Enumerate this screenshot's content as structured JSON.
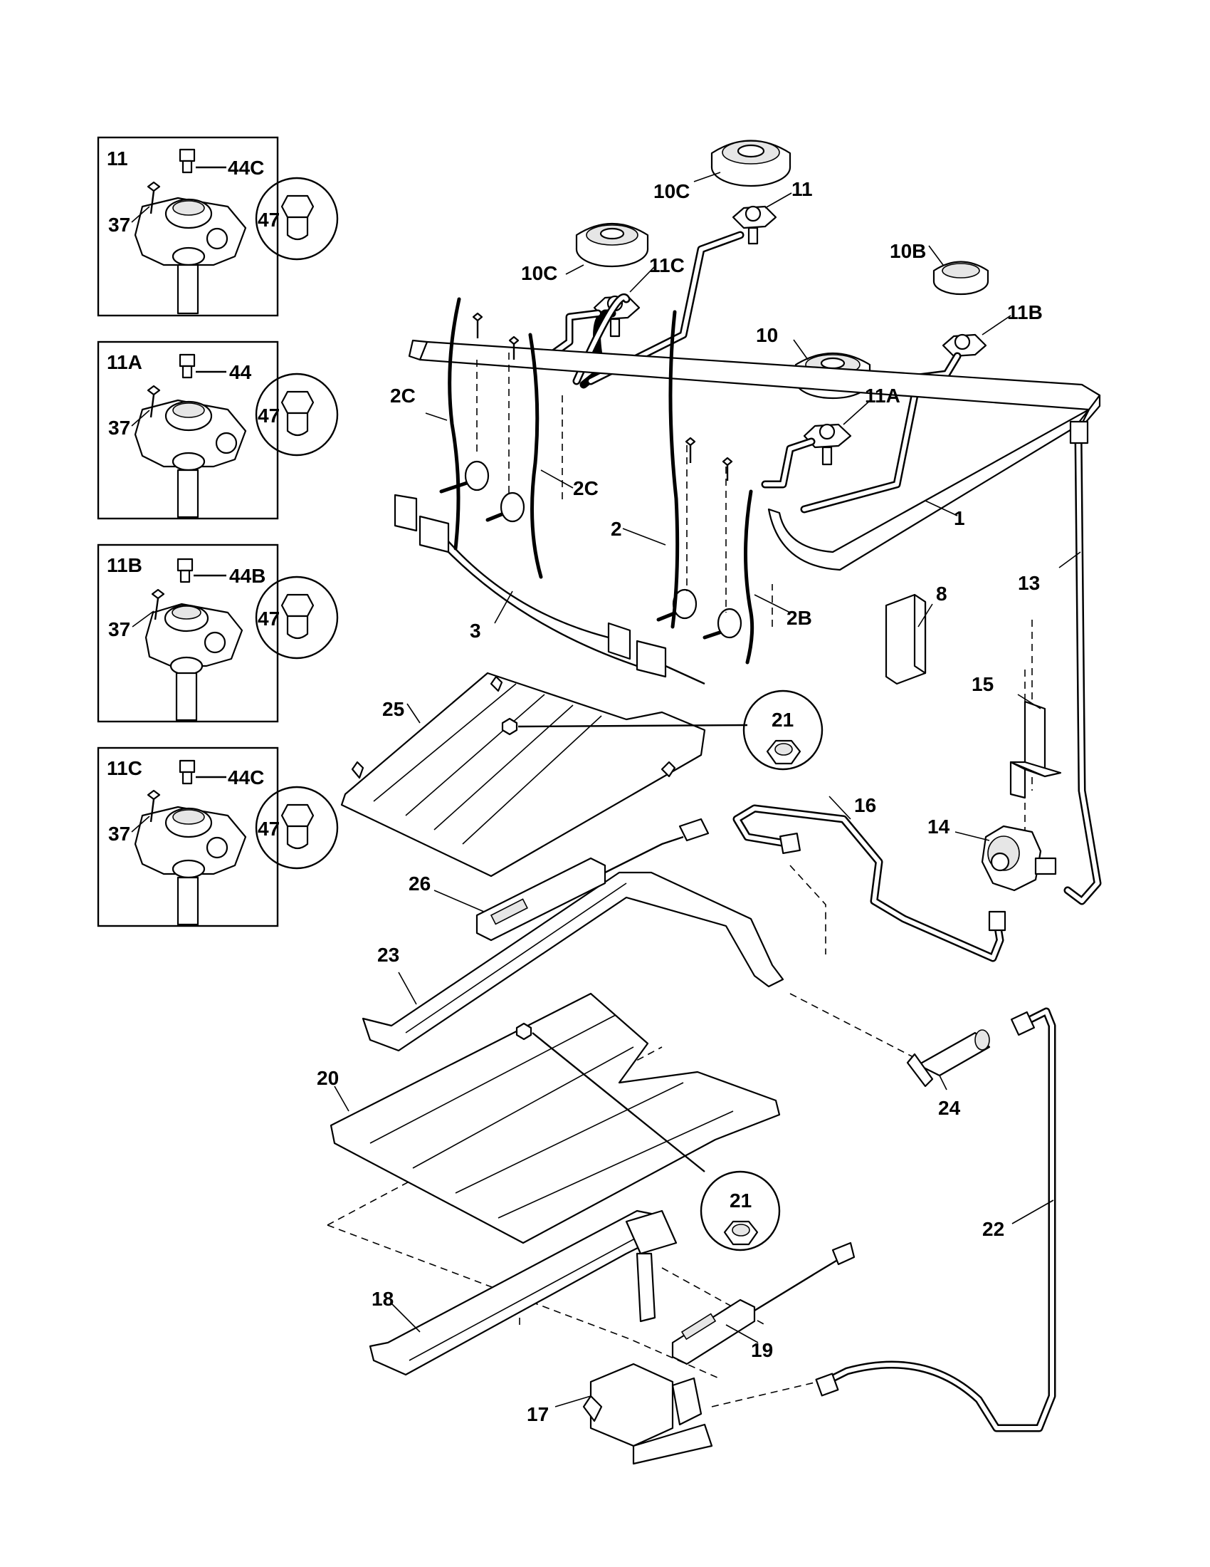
{
  "insets": [
    {
      "title": "11",
      "labels": [
        "44C",
        "37",
        "47"
      ]
    },
    {
      "title": "11A",
      "labels": [
        "44",
        "37",
        "47"
      ]
    },
    {
      "title": "11B",
      "labels": [
        "44B",
        "37",
        "47"
      ]
    },
    {
      "title": "11C",
      "labels": [
        "44C",
        "37",
        "47"
      ]
    }
  ],
  "callouts": {
    "c1": "1",
    "c2": "2",
    "c2b": "2B",
    "c2c_a": "2C",
    "c2c_b": "2C",
    "c3": "3",
    "c8": "8",
    "c10": "10",
    "c10b": "10B",
    "c10c_a": "10C",
    "c10c_b": "10C",
    "c11": "11",
    "c11a": "11A",
    "c11b": "11B",
    "c11c": "11C",
    "c13": "13",
    "c14": "14",
    "c15": "15",
    "c16": "16",
    "c17": "17",
    "c18": "18",
    "c19": "19",
    "c20": "20",
    "c21_a": "21",
    "c21_b": "21",
    "c22": "22",
    "c23": "23",
    "c24": "24",
    "c25": "25",
    "c26": "26"
  }
}
